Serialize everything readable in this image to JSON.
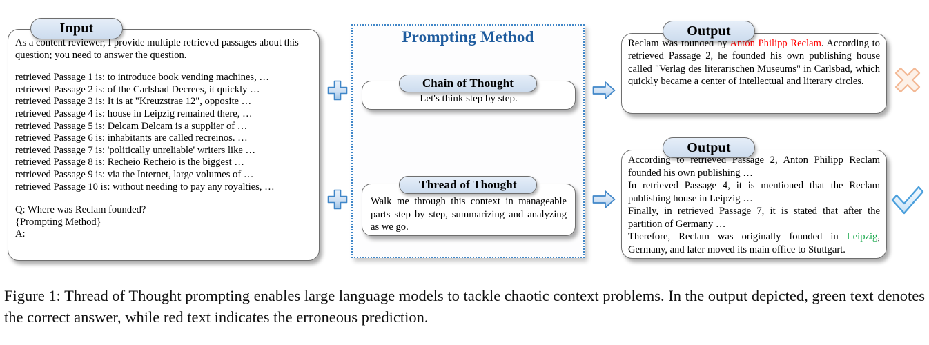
{
  "input": {
    "title": "Input",
    "intro": "As a content reviewer, I provide multiple retrieved passages about this question; you need to answer the question.",
    "passages": [
      "retrieved Passage 1 is: to introduce book vending machines, …",
      "retrieved Passage 2 is: of the Carlsbad Decrees, it quickly …",
      "retrieved Passage 3 is: It is at \"Kreuzstrae 12\", opposite …",
      "retrieved Passage 4 is: house in Leipzig remained there, …",
      "retrieved Passage 5 is: Delcam Delcam is a supplier of …",
      "retrieved Passage 6 is: inhabitants are called recreinos. …",
      "retrieved Passage 7 is: 'politically unreliable' writers like …",
      "retrieved Passage 8 is: Recheio Recheio is the biggest …",
      "retrieved Passage 9 is: via the Internet, large volumes of …",
      "retrieved Passage 10 is: without needing to pay any royalties, …"
    ],
    "question": "Q: Where was Reclam founded?",
    "placeholder": "{Prompting Method}",
    "answer_prefix": "A:"
  },
  "method": {
    "title": "Prompting Method",
    "cot": {
      "title": "Chain of Thought",
      "prompt": "Let's think step by step."
    },
    "tot": {
      "title": "Thread of Thought",
      "prompt": "Walk me through this context in manageable parts step by step, summarizing and analyzing as we go."
    }
  },
  "outputs": [
    {
      "title": "Output",
      "verdict": "cross-mark",
      "text_before": "Reclam was founded by ",
      "highlight": "Anton Philipp Reclam",
      "highlight_color": "#ff0000",
      "text_after": ". According to retrieved Passage 2, he founded his own publishing house called \"Verlag des literarischen Museums\" in Carlsbad, which quickly became a center of intellectual and literary circles."
    },
    {
      "title": "Output",
      "verdict": "check-mark",
      "lines": [
        "According to retrieved Passage 2, Anton Philipp Reclam founded his own publishing …",
        "In retrieved Passage 4, it is mentioned that the Reclam publishing house in Leipzig …",
        "Finally, in retrieved Passage 7, it is stated that after the partition of Germany …"
      ],
      "final_before": "Therefore, Reclam was originally founded in ",
      "final_highlight": "Leipzig",
      "final_highlight_color": "#17a84a",
      "final_after": ", Germany, and later moved its main office to Stuttgart."
    }
  ],
  "icons": {
    "plus": "plus-icon",
    "arrow": "arrow-right-icon",
    "cross": "cross-mark-icon",
    "check": "check-mark-icon"
  },
  "colors": {
    "accent_blue": "#1f5c9e",
    "dotted_border": "#3f86c8",
    "correct_green": "#17a84a",
    "error_red": "#ff0000",
    "cross_peach": "#f6d9c6"
  },
  "caption": "Figure 1: Thread of Thought prompting enables large language models to tackle chaotic context problems. In the output depicted, green text denotes the correct answer, while red text indicates the erroneous prediction."
}
